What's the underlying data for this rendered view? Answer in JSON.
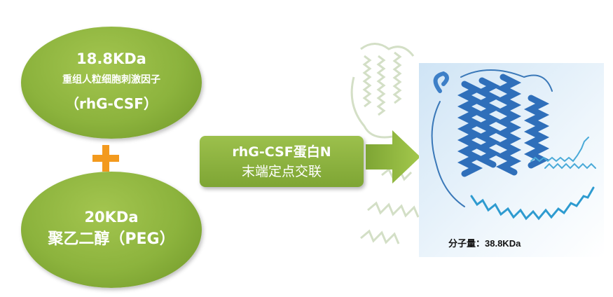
{
  "left_top": {
    "mass": "18.8KDa",
    "name": "重组人粒细胞刺激因子",
    "abbr": "（rhG-CSF）"
  },
  "left_bottom": {
    "mass": "20KDa",
    "name": "聚乙二醇（PEG）"
  },
  "process": {
    "line1": "rhG-CSF蛋白N",
    "line2": "末端定点交联"
  },
  "result": {
    "molecular_weight": "分子量：38.8KDa"
  },
  "colors": {
    "green": "#8cb33d",
    "orange": "#f39a1e",
    "blue": "#2f7bc4"
  }
}
